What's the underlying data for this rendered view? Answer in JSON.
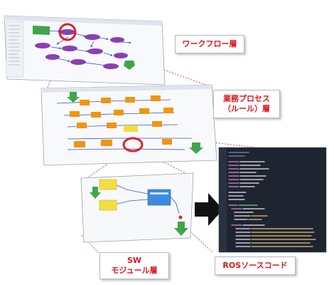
{
  "colors": {
    "label_text": "#d9171f",
    "highlight_ring": "#e0202c",
    "workflow_node": "#8a3fb5",
    "process_node": "#f0950f",
    "module_node": "#f2df3d",
    "start_node": "#3fa64a",
    "code_bg": "#1e2430",
    "arrow": "#111111"
  },
  "labels": {
    "workflow_layer": "ワークフロー層",
    "business_line1": "業務プロセス",
    "business_line2": "（ルール）層",
    "sw_line1": "SW",
    "sw_line2": "モジュール層",
    "ros_source": "ROSソースコード"
  },
  "icons": [
    "right-arrow-icon",
    "highlight-ring-icon",
    "down-arrow-icon"
  ]
}
